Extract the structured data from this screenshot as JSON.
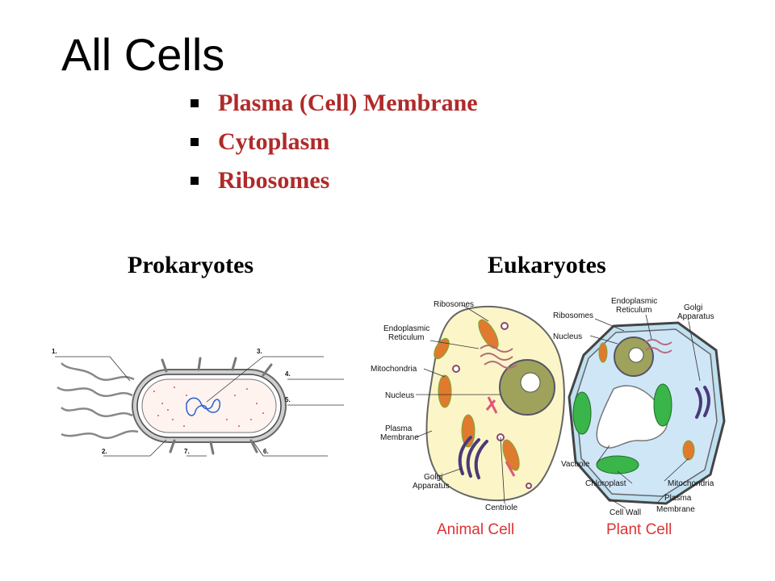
{
  "title": "All Cells",
  "bullets": [
    "Plasma (Cell) Membrane",
    "Cytoplasm",
    "Ribosomes"
  ],
  "headings": {
    "prokaryotes": "Prokaryotes",
    "eukaryotes": "Eukaryotes"
  },
  "prokaryote_labels": [
    "1.",
    "2.",
    "3.",
    "4.",
    "5.",
    "6.",
    "7."
  ],
  "animal_cell": {
    "caption": "Animal Cell",
    "labels": {
      "ribosomes": "Ribosomes",
      "er_line1": "Endoplasmic",
      "er_line2": "Reticulum",
      "mitochondria": "Mitochondria",
      "nucleus": "Nucleus",
      "membrane_line1": "Plasma",
      "membrane_line2": "Membrane",
      "golgi_line1": "Golgi",
      "golgi_line2": "Apparatus",
      "centriole": "Centriole"
    }
  },
  "plant_cell": {
    "caption": "Plant Cell",
    "labels": {
      "ribosomes": "Ribosomes",
      "er_line1": "Endoplasmic",
      "er_line2": "Reticulum",
      "golgi_line1": "Golgi",
      "golgi_line2": "Apparatus",
      "nucleus": "Nucleus",
      "vacuole": "Vacuole",
      "chloroplast": "Chloroplast",
      "mitochondria": "Mitochondria",
      "cell_wall": "Cell Wall",
      "membrane_line1": "Plasma",
      "membrane_line2": "Membrane"
    }
  },
  "colors": {
    "bullet_text": "#b02a2a",
    "caption": "#dd3333"
  }
}
